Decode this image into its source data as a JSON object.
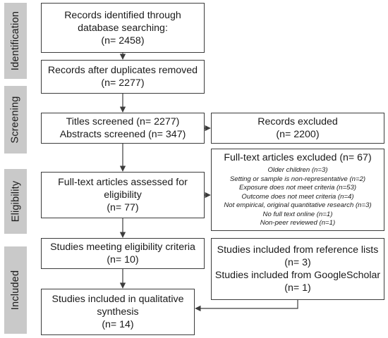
{
  "stages": {
    "identification": "Identification",
    "screening": "Screening",
    "eligibility": "Eligibility",
    "included": "Included"
  },
  "boxes": {
    "identified": {
      "line1": "Records identified through",
      "line2": "database searching:",
      "line3": "(n= 2458)"
    },
    "duplicates_removed": {
      "line1": "Records after duplicates removed",
      "line2": "(n= 2277)"
    },
    "screened": {
      "line1": "Titles screened (n= 2277)",
      "line2": "Abstracts screened (n= 347)"
    },
    "records_excluded": {
      "line1": "Records excluded",
      "line2": "(n= 2200)"
    },
    "fulltext_assessed": {
      "line1": "Full-text articles assessed for",
      "line2": "eligibility",
      "line3": "(n= 77)"
    },
    "fulltext_excluded": {
      "title": "Full-text articles excluded (n= 67)",
      "reasons": [
        "Older children (n=3)",
        "Setting or sample is non-representative (n=2)",
        "Exposure does not meet criteria (n=53)",
        "Outcome does not meet criteria (n=4)",
        "Not empirical, original quantitative research (n=3)",
        "No full text online (n=1)",
        "Non-peer reviewed (n=1)"
      ]
    },
    "meeting_criteria": {
      "line1": "Studies meeting eligibility criteria",
      "line2": "(n= 10)"
    },
    "additional_sources": {
      "line1": "Studies included from reference lists",
      "line2": "(n= 3)",
      "line3": "Studies included from GoogleScholar",
      "line4": "(n= 1)"
    },
    "qualitative_synthesis": {
      "line1": "Studies included in qualitative",
      "line2": "synthesis",
      "line3": "(n= 14)"
    }
  },
  "colors": {
    "stage_fill": "#c9c9c9",
    "box_border": "#3c3c3c",
    "arrow": "#3c3c3c"
  }
}
